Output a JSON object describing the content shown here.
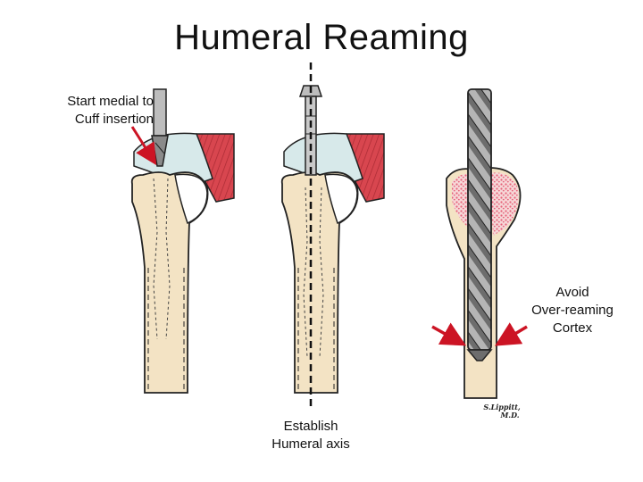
{
  "title": "Humeral Reaming",
  "annotations": {
    "start_medial": [
      "Start medial to",
      "Cuff insertion"
    ],
    "establish_axis": [
      "Establish",
      "Humeral axis"
    ],
    "avoid_overreaming": [
      "Avoid",
      "Over-reaming",
      "Cortex"
    ]
  },
  "signature": [
    "S.Lippitt,",
    "M.D."
  ],
  "colors": {
    "bone": "#f3e3c4",
    "cartilage": "#d7e9ea",
    "muscle": "#d8464f",
    "cancellous": "#e6617a",
    "arrow": "#cc1424",
    "outline": "#222222",
    "reamer": "#9a9a9a"
  }
}
